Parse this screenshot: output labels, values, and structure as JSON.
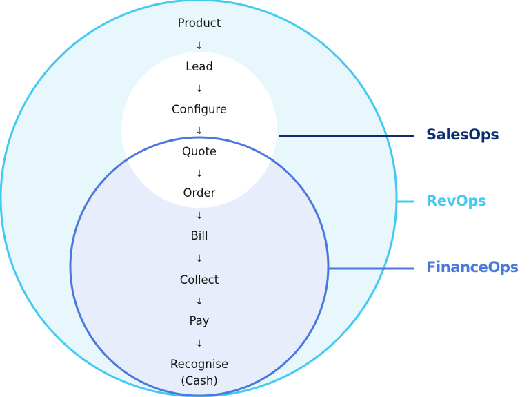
{
  "colors": {
    "revops_stroke": "#44CAF2",
    "revops_fill": "#E7F7FC",
    "salesops_fill": "#FFFFFF",
    "financeops_stroke": "#4A78DC",
    "financeops_fill": "#E7EDFA",
    "salesops_text": "#0C2D70",
    "revops_text": "#44CAF2",
    "financeops_text": "#4A78DC"
  },
  "steps": [
    "Product",
    "Lead",
    "Configure",
    "Quote",
    "Order",
    "Bill",
    "Collect",
    "Pay",
    "Recognise",
    "(Cash)"
  ],
  "arrow_glyph": "↓",
  "labels": {
    "salesops": "SalesOps",
    "revops": "RevOps",
    "financeops": "FinanceOps"
  }
}
